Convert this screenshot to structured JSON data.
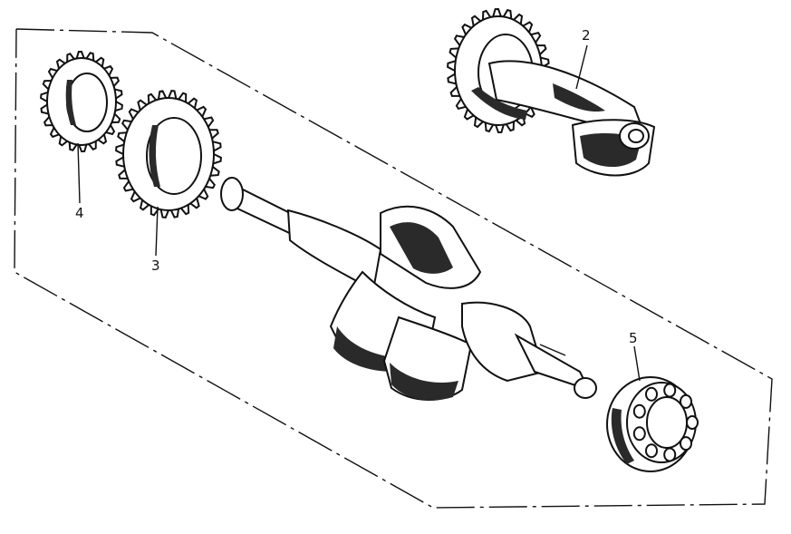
{
  "callouts": [
    {
      "id": "2",
      "label": "2"
    },
    {
      "id": "3",
      "label": "3"
    },
    {
      "id": "4",
      "label": "4"
    },
    {
      "id": "5",
      "label": "5"
    }
  ]
}
